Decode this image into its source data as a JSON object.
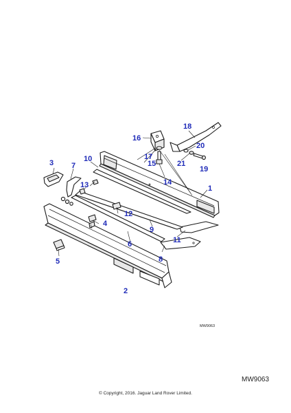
{
  "diagram": {
    "callouts": [
      "1",
      "2",
      "3",
      "4",
      "5",
      "6",
      "7",
      "8",
      "9",
      "10",
      "11",
      "12",
      "13",
      "14",
      "15",
      "16",
      "17",
      "18",
      "19",
      "20",
      "21"
    ],
    "inner_reference": "MW9063"
  },
  "footer": {
    "code": "MW9063",
    "copyright": "© Copyright, 2016. Jaguar Land Rover Limited."
  },
  "colors": {
    "callout": "#1f2bb8",
    "line": "#1a1a1a",
    "background": "#ffffff"
  }
}
